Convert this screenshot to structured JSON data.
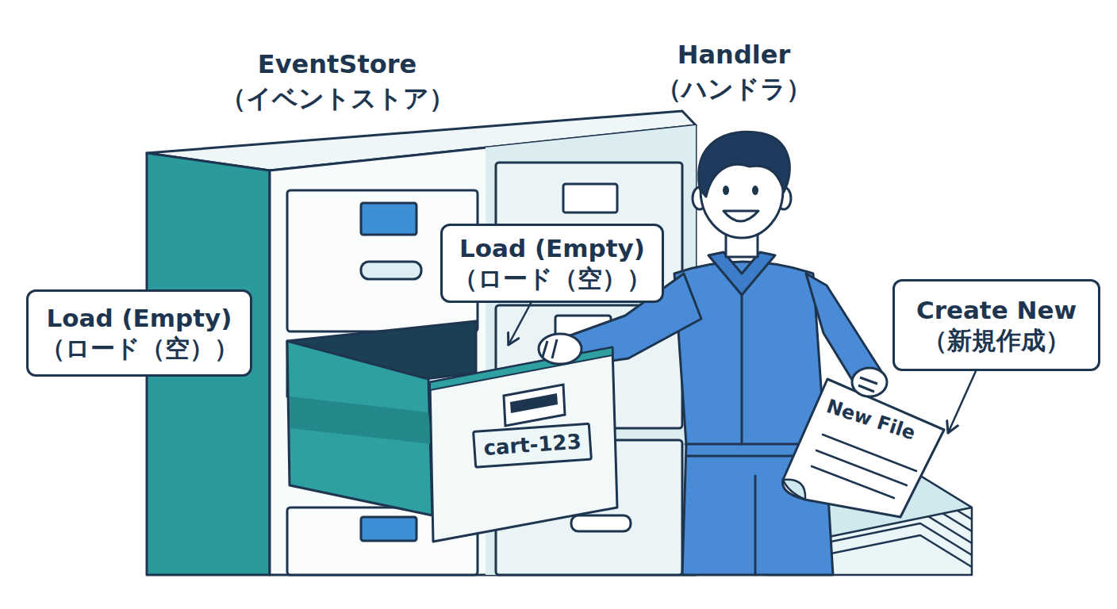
{
  "diagram": {
    "nodes": [
      {
        "text": [
          "EventStore （イベントストア）"
        ]
      },
      {
        "text": [
          "Load (Empty) （ロード（空））"
        ]
      },
      {
        "text": [
          "Load (Empty) （ロード（空））"
        ]
      },
      {
        "text": [
          "Create New （新規作成）"
        ]
      },
      {
        "text": [
          "cart-123"
        ],
        "in": 0
      },
      {
        "text": [
          "New File"
        ]
      }
    ],
    "edges": [
      {
        "from": 1,
        "to": 4,
        "arrow": "to"
      },
      {
        "from": 3,
        "to": 5,
        "arrow": "to"
      }
    ],
    "labels": [
      "Handler （ハンドラ）"
    ]
  }
}
